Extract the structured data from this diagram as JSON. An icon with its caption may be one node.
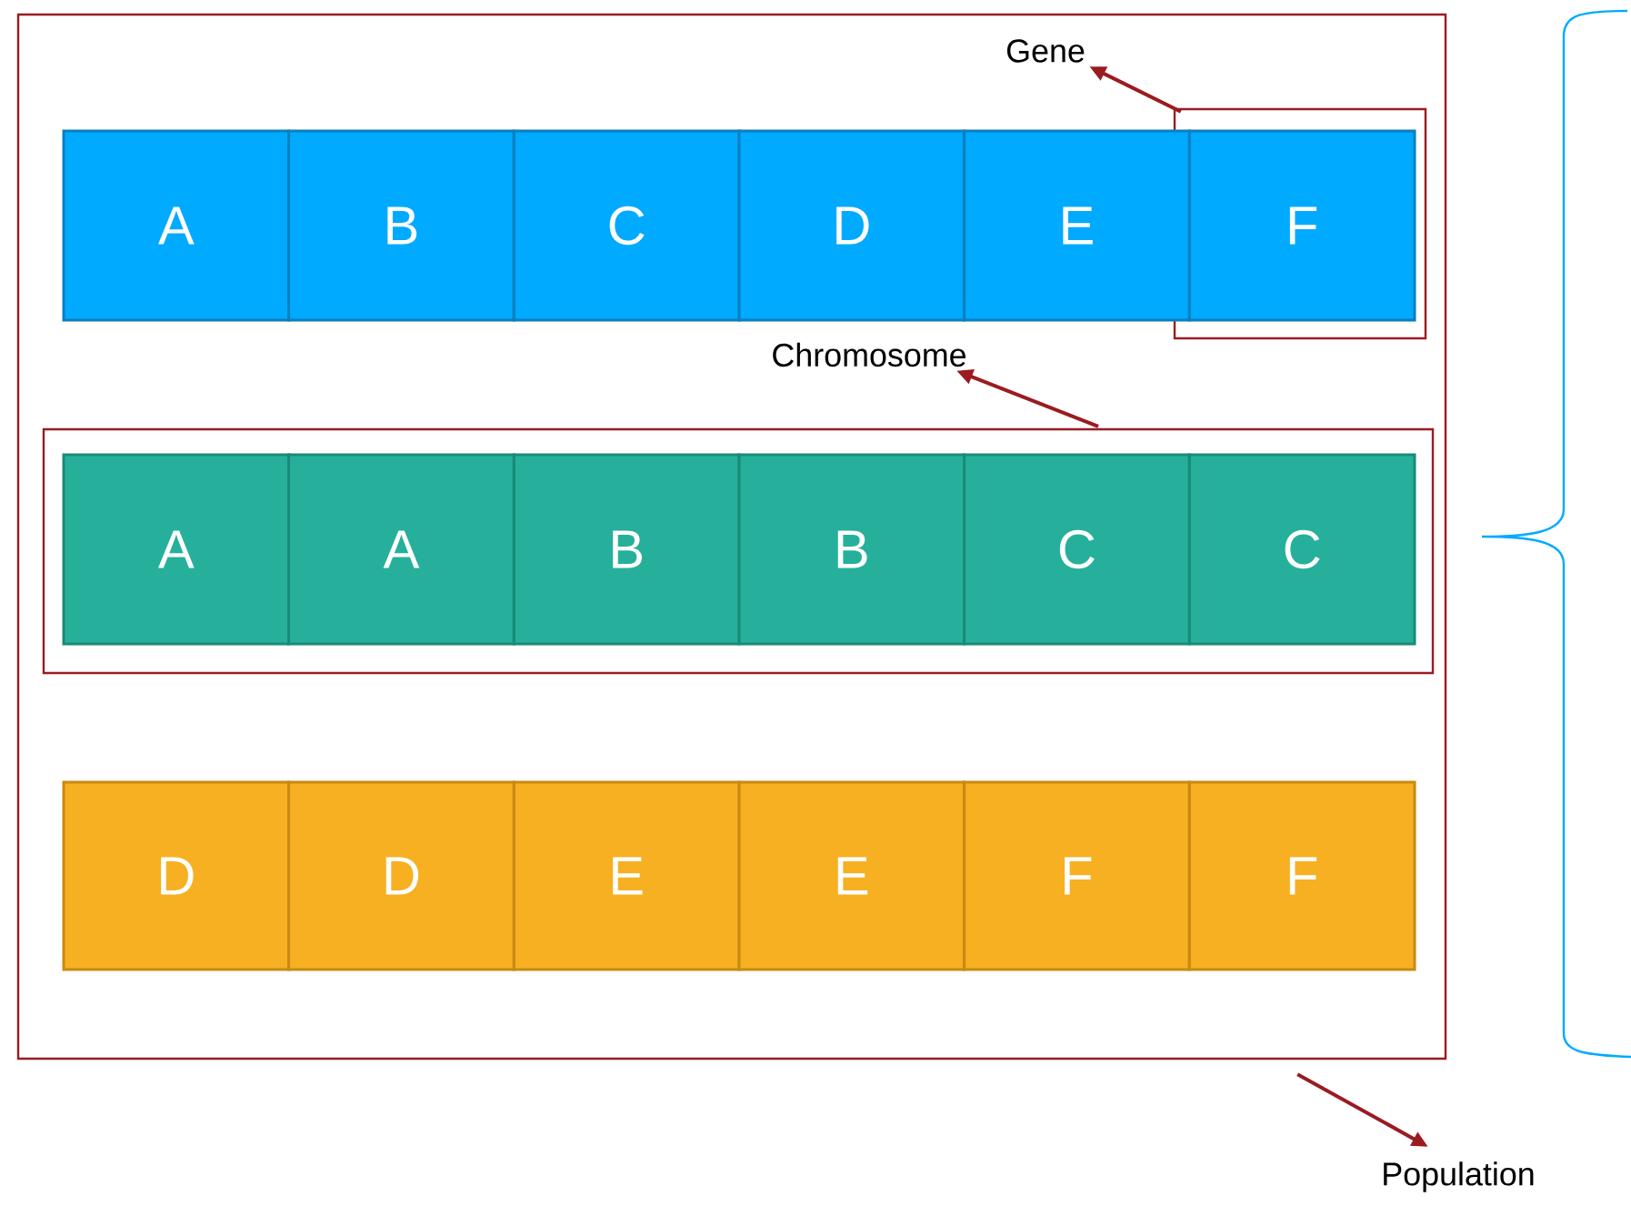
{
  "diagram": {
    "nodes": [
      {
        "text": [],
        "shape": "box"
      },
      {
        "text": [
          "Gene"
        ],
        "in": 0
      },
      {
        "text": [],
        "shape": "box",
        "in": 0
      },
      {
        "text": [
          "A"
        ],
        "in": 0
      },
      {
        "text": [
          "B"
        ],
        "in": 0
      },
      {
        "text": [
          "C"
        ],
        "in": 0
      },
      {
        "text": [
          "D"
        ],
        "in": 0
      },
      {
        "text": [
          "E"
        ],
        "in": 0
      },
      {
        "text": [
          "F"
        ],
        "in": 2
      },
      {
        "text": [
          "Chromosome"
        ],
        "in": 0
      },
      {
        "text": [],
        "shape": "box",
        "in": 0
      },
      {
        "text": [
          "A"
        ],
        "in": 10
      },
      {
        "text": [
          "A"
        ],
        "in": 10
      },
      {
        "text": [
          "B"
        ],
        "in": 10
      },
      {
        "text": [
          "B"
        ],
        "in": 10
      },
      {
        "text": [
          "C"
        ],
        "in": 10
      },
      {
        "text": [
          "C"
        ],
        "in": 10
      },
      {
        "text": [
          "D"
        ],
        "in": 0
      },
      {
        "text": [
          "D"
        ],
        "in": 0
      },
      {
        "text": [
          "E"
        ],
        "in": 0
      },
      {
        "text": [
          "E"
        ],
        "in": 0
      },
      {
        "text": [
          "F"
        ],
        "in": 0
      },
      {
        "text": [
          "F"
        ],
        "in": 0
      },
      {
        "text": [
          "Population"
        ]
      }
    ],
    "edges": [
      {
        "from": 2,
        "to": 1,
        "arrow": "to"
      },
      {
        "from": 10,
        "to": 9,
        "arrow": "to"
      },
      {
        "from": 0,
        "to": 23,
        "arrow": "to"
      }
    ]
  }
}
